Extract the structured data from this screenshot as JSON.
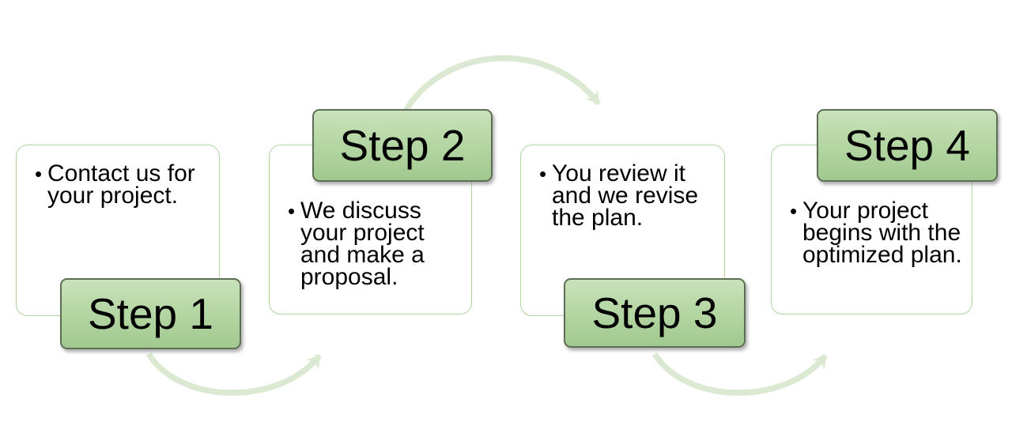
{
  "diagram": {
    "type": "process-flow",
    "bullet_char": "•",
    "steps": [
      {
        "label": "Step 1",
        "badge_position": "bottom",
        "text": "Contact us for your project.",
        "lines": [
          "Contact us for",
          "your project."
        ]
      },
      {
        "label": "Step 2",
        "badge_position": "top",
        "text": "We discuss your project and make a proposal.",
        "lines": [
          "We discuss",
          "your project",
          "and make a",
          "proposal."
        ]
      },
      {
        "label": "Step 3",
        "badge_position": "bottom",
        "text": "You review it and we revise the plan.",
        "lines": [
          "You review it",
          "and we revise",
          "the plan."
        ]
      },
      {
        "label": "Step 4",
        "badge_position": "top",
        "text": "Your project begins with the optimized plan.",
        "lines": [
          "Your project",
          "begins with the",
          "optimized plan."
        ]
      }
    ],
    "arrows": [
      {
        "name": "arrow-step1-to-step2",
        "shape": "arc-below",
        "direction": "up-right"
      },
      {
        "name": "arrow-step2-to-step3",
        "shape": "arc-above",
        "direction": "down-right"
      },
      {
        "name": "arrow-step3-to-step4",
        "shape": "arc-below",
        "direction": "up-right"
      }
    ]
  },
  "colors": {
    "arrow_color": "#dbe8d2",
    "badge_top": "#c9e2bb",
    "badge_bottom": "#a1c98f",
    "badge_border": "#5e6e54",
    "card_border": "#afd49d",
    "card_bg": "#ffffff",
    "text_color": "#000000"
  }
}
